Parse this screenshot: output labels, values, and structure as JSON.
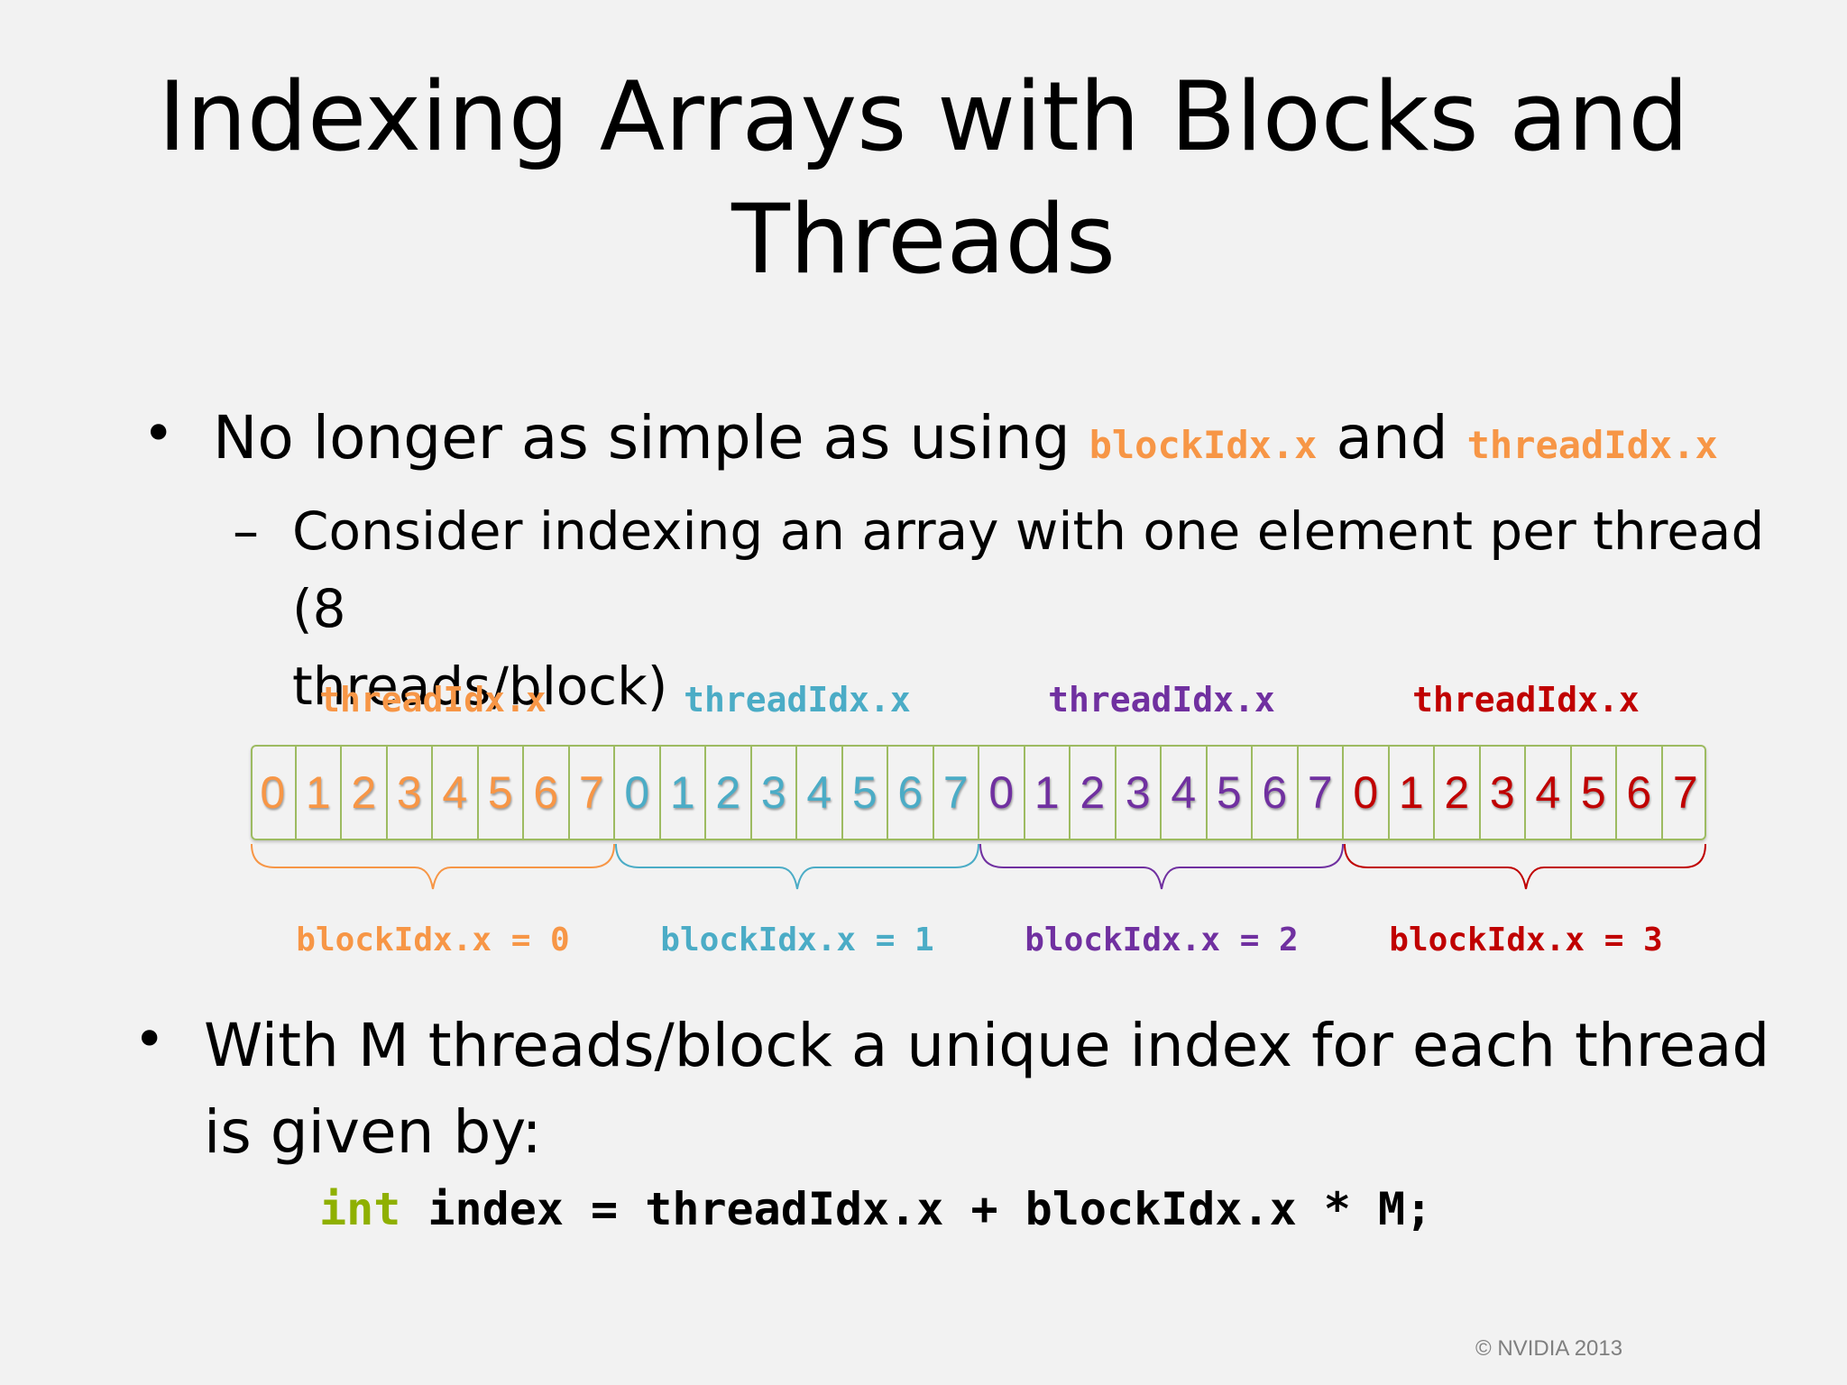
{
  "slide": {
    "title_line1": "Indexing Arrays with Blocks and",
    "title_line2": "Threads",
    "bullet1": {
      "text": "No longer as simple as using",
      "code1": "blockIdx.x",
      "and": "and",
      "code2": "threadIdx.x"
    },
    "sub_bullet": {
      "dash": "–",
      "line1": "Consider indexing an array with one element per thread (8",
      "line2": "threads/block)"
    },
    "bullet2": {
      "line1": "With M threads/block a unique index for each thread",
      "line2": "is given by:"
    },
    "code": {
      "keyword": "int",
      "rest": " index = threadIdx.x + blockIdx.x * M;"
    },
    "footer": "© NVIDIA 2013"
  },
  "diagram": {
    "thread_labels": [
      "threadIdx.x",
      "threadIdx.x",
      "threadIdx.x",
      "threadIdx.x"
    ],
    "block_labels": [
      "blockIdx.x = 0",
      "blockIdx.x = 1",
      "blockIdx.x = 2",
      "blockIdx.x = 3"
    ],
    "cells_per_block": [
      "0",
      "1",
      "2",
      "3",
      "4",
      "5",
      "6",
      "7"
    ],
    "block_colors": [
      "#f79646",
      "#4bacc6",
      "#7030a0",
      "#c00000"
    ],
    "code_orange": "#f79646",
    "keyword_color": "#8fb000"
  }
}
